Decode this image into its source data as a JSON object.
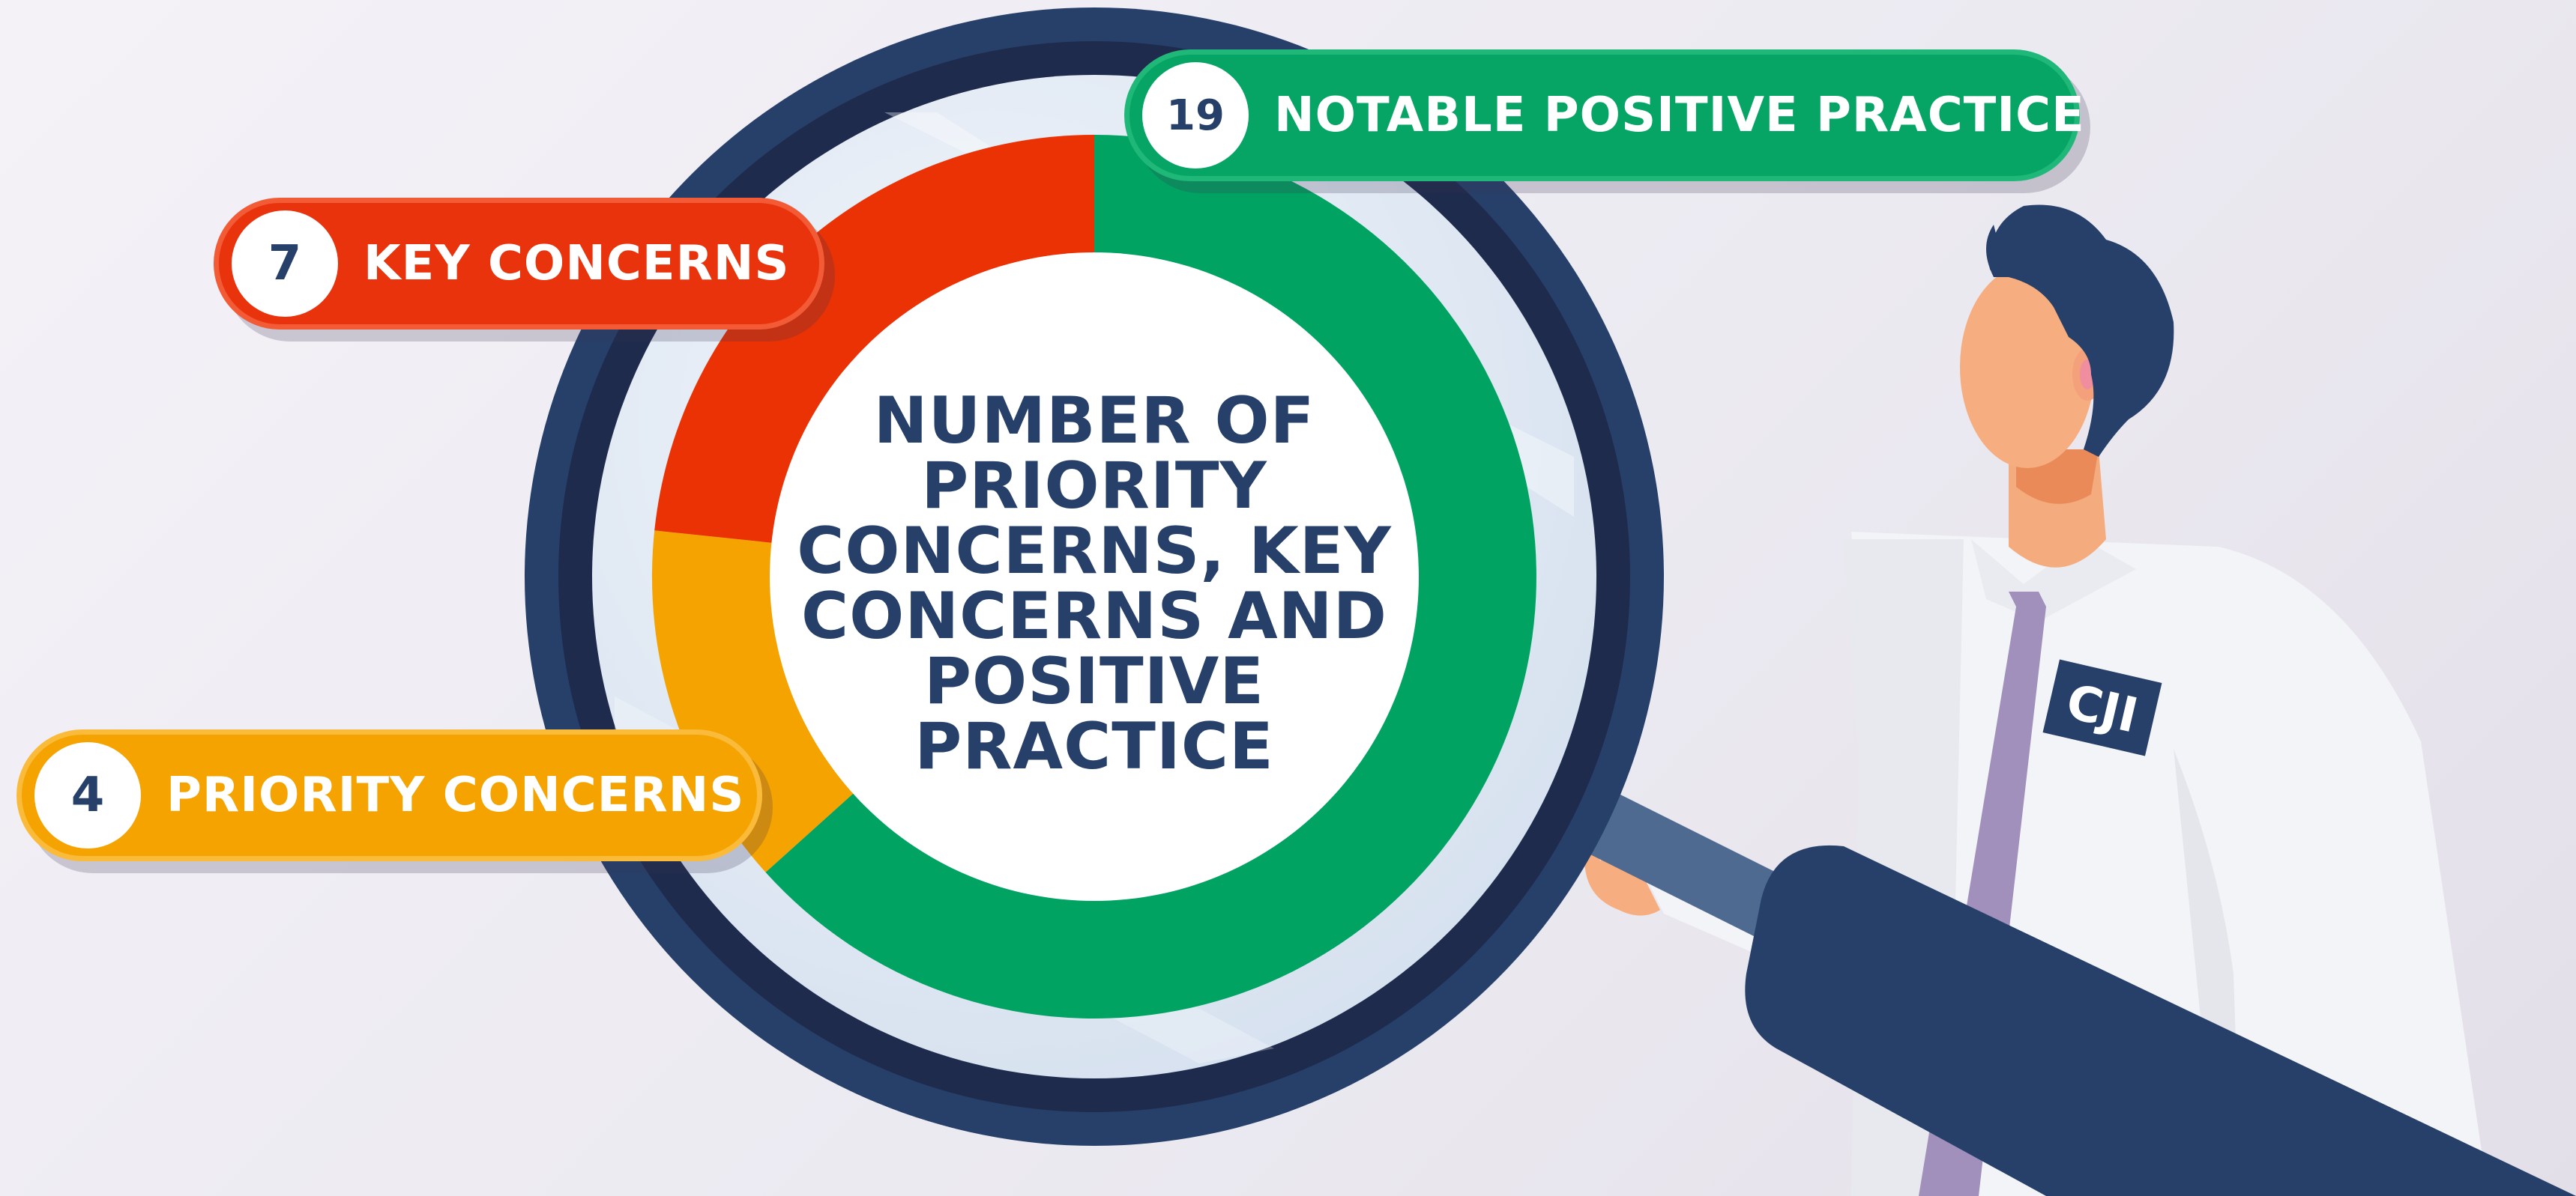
{
  "chart_data": {
    "type": "pie",
    "title": "NUMBER OF PRIORITY CONCERNS, KEY CONCERNS AND POSITIVE PRACTICE",
    "slices": [
      {
        "label": "NOTABLE POSITIVE PRACTICE",
        "value": 19,
        "color": "#00a362"
      },
      {
        "label": "PRIORITY CONCERNS",
        "value": 4,
        "color": "#f5a300"
      },
      {
        "label": "KEY CONCERNS",
        "value": 7,
        "color": "#ea3205"
      }
    ]
  },
  "labels": {
    "positive": {
      "count": "19",
      "text": "NOTABLE POSITIVE PRACTICE"
    },
    "key": {
      "count": "7",
      "text": "KEY CONCERNS"
    },
    "priority": {
      "count": "4",
      "text": "PRIORITY CONCERNS"
    }
  },
  "badge": {
    "text": "CJI"
  },
  "colors": {
    "navy": "#26406a",
    "ring_dark": "#1f2d4f",
    "lens": "#e4ecf6"
  }
}
